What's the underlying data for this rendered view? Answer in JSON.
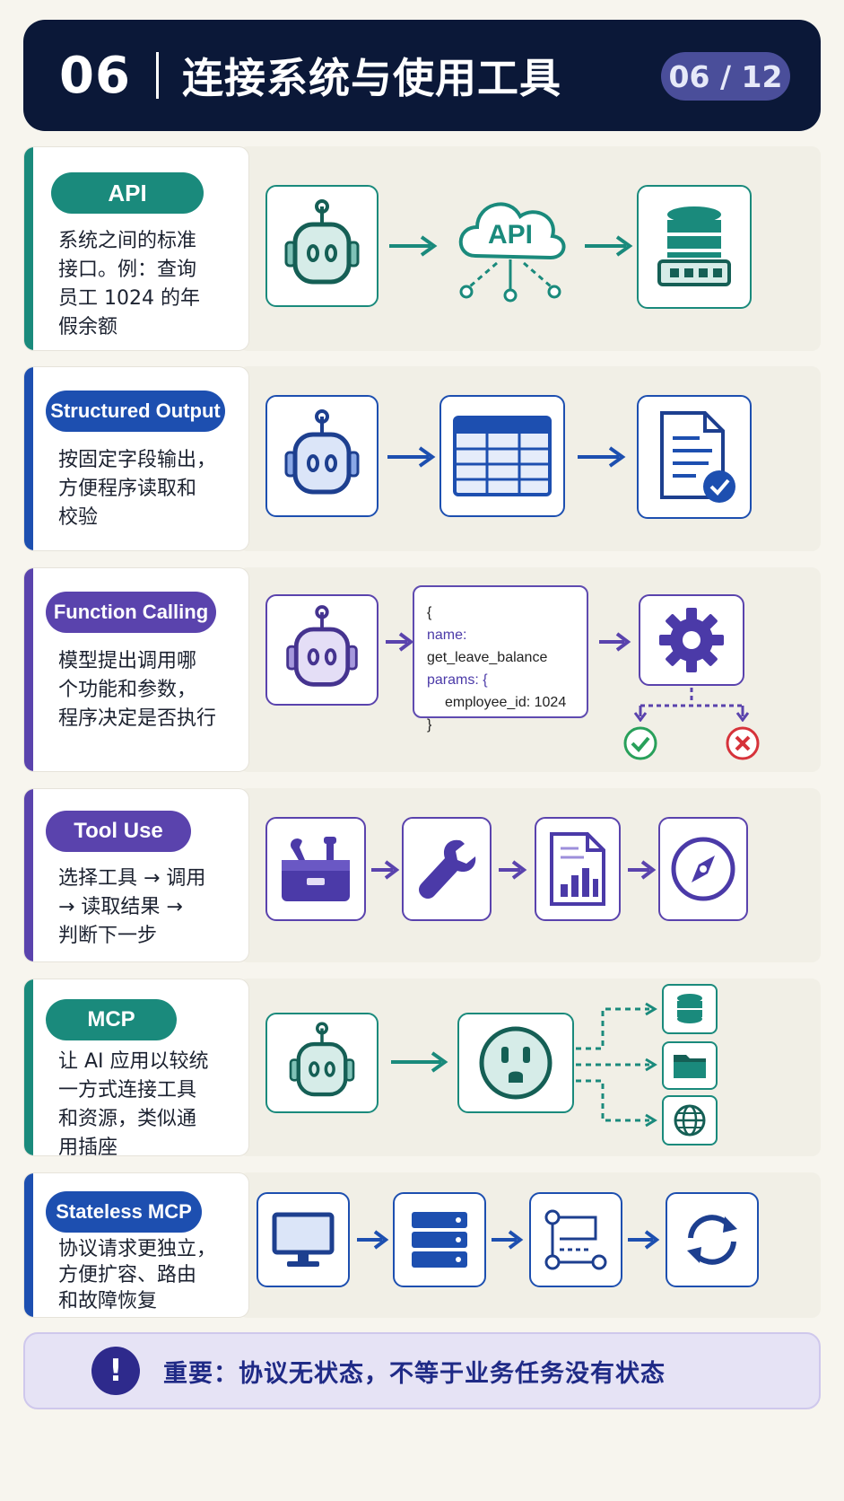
{
  "header": {
    "number": "06",
    "title": "连接系统与使用工具",
    "page": "06 / 12"
  },
  "sections": [
    {
      "label": "API",
      "desc": [
        "系统之间的标准",
        "接口。例：查询",
        "员工 1024 的年",
        "假余额"
      ],
      "cloud_label": "API"
    },
    {
      "label": "Structured Output",
      "desc": [
        "按固定字段输出，",
        "方便程序读取和",
        "校验"
      ]
    },
    {
      "label": "Function Calling",
      "desc": [
        "模型提出调用哪",
        "个功能和参数，",
        "程序决定是否执行"
      ],
      "code": {
        "open": "{",
        "name_key": "name:",
        "name_val": "get_leave_balance",
        "params_key": "params: {",
        "param_line": "employee_id: 1024",
        "close": "}"
      }
    },
    {
      "label": "Tool Use",
      "desc": [
        "选择工具 → 调用",
        "→ 读取结果 →",
        "判断下一步"
      ]
    },
    {
      "label": "MCP",
      "desc": [
        "让 AI 应用以较统",
        "一方式连接工具",
        "和资源，类似通",
        "用插座"
      ]
    },
    {
      "label": "Stateless MCP",
      "desc": [
        "协议请求更独立，",
        "方便扩容、路由",
        "和故障恢复"
      ]
    }
  ],
  "note": "重要：协议无状态，不等于业务任务没有状态",
  "colors": {
    "teal": "#1a8a7c",
    "blue": "#1d4fb0",
    "purple": "#5a43ad",
    "navy": "#0b1838"
  },
  "icons": [
    "robot-icon",
    "api-cloud-icon",
    "database-server-icon",
    "table-icon",
    "document-check-icon",
    "gear-icon",
    "check-circle-icon",
    "cross-circle-icon",
    "toolbox-icon",
    "wrench-icon",
    "report-chart-icon",
    "compass-icon",
    "power-socket-icon",
    "database-icon",
    "folder-icon",
    "globe-icon",
    "monitor-icon",
    "server-stack-icon",
    "workflow-icon",
    "sync-icon",
    "exclamation-icon"
  ]
}
